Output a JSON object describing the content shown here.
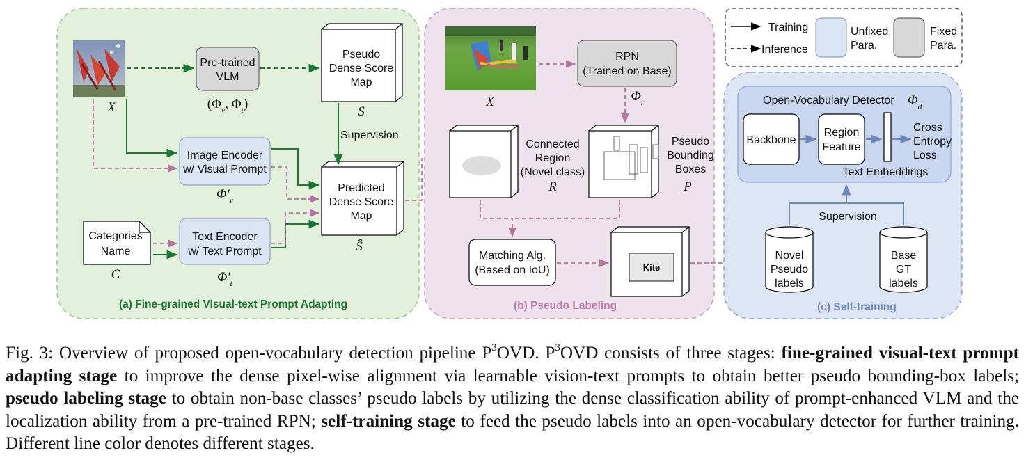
{
  "legend": {
    "training": "Training",
    "inference": "Inference",
    "unfixed": [
      "Unfixed",
      "Para."
    ],
    "fixed": [
      "Fixed",
      "Para."
    ]
  },
  "stage_a": {
    "title": "(a) Fine-grained Visual-text Prompt Adapting",
    "pretrained_vlm": [
      "Pre-trained",
      "VLM"
    ],
    "vlm_params": "(Φ_v, Φ_t)",
    "pseudo_dense_map": [
      "Pseudo",
      "Dense Score",
      "Map"
    ],
    "pseudo_dense_symbol": "S",
    "supervision": "Supervision",
    "image_encoder": [
      "Image Encoder",
      "w/ Visual Prompt"
    ],
    "image_encoder_symbol": "Φ'_v",
    "text_encoder": [
      "Text Encoder",
      "w/ Text Prompt"
    ],
    "text_encoder_symbol": "Φ'_t",
    "categories": [
      "Categories",
      "Name"
    ],
    "categories_symbol": "C",
    "predicted_map": [
      "Predicted",
      "Dense Score",
      "Map"
    ],
    "predicted_symbol": "Ŝ",
    "image_symbol": "X"
  },
  "stage_b": {
    "title": "(b) Pseudo Labeling",
    "image_symbol": "X",
    "rpn": [
      "RPN",
      "(Trained on Base)"
    ],
    "rpn_symbol": "Φ_r",
    "connected_region": [
      "Connected",
      "Region",
      "(Novel class)"
    ],
    "region_symbol": "R",
    "pseudo_boxes": [
      "Pseudo",
      "Bounding",
      "Boxes"
    ],
    "boxes_symbol": "P",
    "matching": [
      "Matching Alg.",
      "(Based on IoU)"
    ],
    "kite_label": "Kite"
  },
  "stage_c": {
    "title": "(c) Self-training",
    "detector_title": "Open-Vocabulary Detector",
    "detector_symbol": "Φ_d",
    "backbone": "Backbone",
    "region_feature": [
      "Region",
      "Feature"
    ],
    "loss": [
      "Cross",
      "Entropy",
      "Loss"
    ],
    "text_embeddings": "Text Embeddings",
    "supervision": "Supervision",
    "novel_labels": [
      "Novel",
      "Pseudo",
      "labels"
    ],
    "base_labels": [
      "Base",
      "GT",
      "labels"
    ]
  },
  "caption": {
    "fig": "Fig. 3: Overview of proposed open-vocabulary detection pipeline P",
    "sup": "3",
    "t1": "OVD. P",
    "t2": "OVD consists of three stages: ",
    "b1": "fine-grained visual-text prompt adapting stage",
    "t3": " to improve the dense pixel-wise alignment via learnable vision-text prompts to obtain better pseudo bounding-box labels; ",
    "b2": "pseudo labeling stage",
    "t4": " to obtain non-base classes’ pseudo labels by utilizing the dense classification ability of prompt-enhanced VLM and the localization ability from a pre-trained RPN; ",
    "b3": "self-training stage",
    "t5": " to feed the pseudo labels into an open-vocabulary detector for further training. Different line color denotes different stages."
  },
  "colors": {
    "green_bg": "#e3f1dc",
    "green_border": "#9bc98c",
    "green_line": "#1a7a35",
    "pink_bg": "#eee3ec",
    "pink_border": "#c89bbf",
    "pink_line": "#b5749f",
    "blue_bg": "#dde6f5",
    "blue_border": "#8ea5cf",
    "blue_line": "#6c88b8",
    "blue_inner": "#c8d6f0",
    "module_blue": "#dbe6f4",
    "module_gray": "#d8d8d8"
  }
}
